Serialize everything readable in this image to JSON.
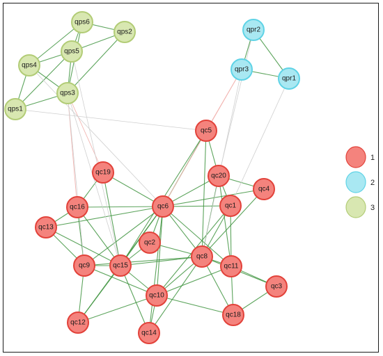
{
  "colors": {
    "cluster1_fill": "#f4837d",
    "cluster1_stroke": "#e2423a",
    "cluster2_fill": "#a9e8f2",
    "cluster2_stroke": "#5fd3e6",
    "cluster3_fill": "#d8e7b1",
    "cluster3_stroke": "#b2cc76",
    "edge_strong": "#3f9440",
    "edge_weak_red": "#f2b4b0",
    "edge_weak_gray": "#cfcfcf"
  },
  "legend": [
    {
      "label": "1",
      "cluster": 1
    },
    {
      "label": "2",
      "cluster": 2
    },
    {
      "label": "3",
      "cluster": 3
    }
  ],
  "nodes": [
    {
      "id": "qps6",
      "cluster": 3
    },
    {
      "id": "qps2",
      "cluster": 3
    },
    {
      "id": "qps5",
      "cluster": 3
    },
    {
      "id": "qps4",
      "cluster": 3
    },
    {
      "id": "qps3",
      "cluster": 3
    },
    {
      "id": "qps1",
      "cluster": 3
    },
    {
      "id": "qpr2",
      "cluster": 2
    },
    {
      "id": "qpr3",
      "cluster": 2
    },
    {
      "id": "qpr1",
      "cluster": 2
    },
    {
      "id": "qc5",
      "cluster": 1
    },
    {
      "id": "qc19",
      "cluster": 1
    },
    {
      "id": "qc20",
      "cluster": 1
    },
    {
      "id": "qc4",
      "cluster": 1
    },
    {
      "id": "qc16",
      "cluster": 1
    },
    {
      "id": "qc6",
      "cluster": 1
    },
    {
      "id": "qc1",
      "cluster": 1
    },
    {
      "id": "qc13",
      "cluster": 1
    },
    {
      "id": "qc2",
      "cluster": 1
    },
    {
      "id": "qc8",
      "cluster": 1
    },
    {
      "id": "qc9",
      "cluster": 1
    },
    {
      "id": "qc15",
      "cluster": 1
    },
    {
      "id": "qc11",
      "cluster": 1
    },
    {
      "id": "qc3",
      "cluster": 1
    },
    {
      "id": "qc10",
      "cluster": 1
    },
    {
      "id": "qc12",
      "cluster": 1
    },
    {
      "id": "qc18",
      "cluster": 1
    },
    {
      "id": "qc14",
      "cluster": 1
    }
  ],
  "edges": [
    [
      "qps6",
      "qps2",
      "strong"
    ],
    [
      "qps6",
      "qps5",
      "strong"
    ],
    [
      "qps6",
      "qps4",
      "strong"
    ],
    [
      "qps6",
      "qps3",
      "strong"
    ],
    [
      "qps2",
      "qps5",
      "strong"
    ],
    [
      "qps2",
      "qps3",
      "strong"
    ],
    [
      "qps5",
      "qps4",
      "strong"
    ],
    [
      "qps5",
      "qps3",
      "strong"
    ],
    [
      "qps5",
      "qps1",
      "strong"
    ],
    [
      "qps4",
      "qps3",
      "strong"
    ],
    [
      "qps4",
      "qps1",
      "strong"
    ],
    [
      "qps3",
      "qps1",
      "strong"
    ],
    [
      "qpr2",
      "qpr3",
      "strong"
    ],
    [
      "qpr2",
      "qpr1",
      "strong"
    ],
    [
      "qpr3",
      "qpr1",
      "strong"
    ],
    [
      "qc5",
      "qc6",
      "strong"
    ],
    [
      "qc5",
      "qc20",
      "strong"
    ],
    [
      "qc5",
      "qc15",
      "strong"
    ],
    [
      "qc5",
      "qc8",
      "strong"
    ],
    [
      "qc19",
      "qc16",
      "strong"
    ],
    [
      "qc19",
      "qc6",
      "strong"
    ],
    [
      "qc19",
      "qc15",
      "strong"
    ],
    [
      "qc20",
      "qc6",
      "strong"
    ],
    [
      "qc20",
      "qc4",
      "strong"
    ],
    [
      "qc20",
      "qc1",
      "strong"
    ],
    [
      "qc20",
      "qc8",
      "strong"
    ],
    [
      "qc20",
      "qc11",
      "strong"
    ],
    [
      "qc4",
      "qc6",
      "strong"
    ],
    [
      "qc4",
      "qc8",
      "strong"
    ],
    [
      "qc16",
      "qc6",
      "strong"
    ],
    [
      "qc16",
      "qc13",
      "strong"
    ],
    [
      "qc16",
      "qc9",
      "strong"
    ],
    [
      "qc16",
      "qc15",
      "strong"
    ],
    [
      "qc6",
      "qc1",
      "strong"
    ],
    [
      "qc6",
      "qc13",
      "strong"
    ],
    [
      "qc6",
      "qc2",
      "strong"
    ],
    [
      "qc6",
      "qc8",
      "strong"
    ],
    [
      "qc6",
      "qc9",
      "strong"
    ],
    [
      "qc6",
      "qc15",
      "strong"
    ],
    [
      "qc6",
      "qc11",
      "strong"
    ],
    [
      "qc6",
      "qc10",
      "strong"
    ],
    [
      "qc6",
      "qc14",
      "strong"
    ],
    [
      "qc6",
      "qc12",
      "strong"
    ],
    [
      "qc1",
      "qc8",
      "strong"
    ],
    [
      "qc1",
      "qc11",
      "strong"
    ],
    [
      "qc1",
      "qc10",
      "strong"
    ],
    [
      "qc13",
      "qc9",
      "strong"
    ],
    [
      "qc13",
      "qc15",
      "strong"
    ],
    [
      "qc2",
      "qc15",
      "strong"
    ],
    [
      "qc2",
      "qc8",
      "strong"
    ],
    [
      "qc8",
      "qc15",
      "strong"
    ],
    [
      "qc8",
      "qc11",
      "strong"
    ],
    [
      "qc8",
      "qc10",
      "strong"
    ],
    [
      "qc8",
      "qc18",
      "strong"
    ],
    [
      "qc8",
      "qc3",
      "strong"
    ],
    [
      "qc8",
      "qc9",
      "strong"
    ],
    [
      "qc8",
      "qc14",
      "strong"
    ],
    [
      "qc9",
      "qc15",
      "strong"
    ],
    [
      "qc9",
      "qc12",
      "strong"
    ],
    [
      "qc9",
      "qc10",
      "strong"
    ],
    [
      "qc15",
      "qc10",
      "strong"
    ],
    [
      "qc15",
      "qc14",
      "strong"
    ],
    [
      "qc15",
      "qc12",
      "strong"
    ],
    [
      "qc11",
      "qc3",
      "strong"
    ],
    [
      "qc11",
      "qc18",
      "strong"
    ],
    [
      "qc11",
      "qc10",
      "strong"
    ],
    [
      "qc3",
      "qc18",
      "strong"
    ],
    [
      "qc10",
      "qc14",
      "strong"
    ],
    [
      "qc10",
      "qc12",
      "strong"
    ],
    [
      "qc10",
      "qc18",
      "strong"
    ],
    [
      "qps3",
      "qc19",
      "weak_red"
    ],
    [
      "qps3",
      "qc16",
      "weak_red"
    ],
    [
      "qps1",
      "qc5",
      "weak_gray"
    ],
    [
      "qps3",
      "qc15",
      "weak_gray"
    ],
    [
      "qps4",
      "qc6",
      "weak_gray"
    ],
    [
      "qps3",
      "qc9",
      "weak_gray"
    ],
    [
      "qps5",
      "qc15",
      "weak_gray"
    ],
    [
      "qpr3",
      "qc5",
      "weak_red"
    ],
    [
      "qpr3",
      "qc6",
      "weak_red"
    ],
    [
      "qpr2",
      "qc20",
      "weak_gray"
    ],
    [
      "qpr1",
      "qc1",
      "weak_gray"
    ],
    [
      "qpr3",
      "qc8",
      "weak_gray"
    ]
  ]
}
